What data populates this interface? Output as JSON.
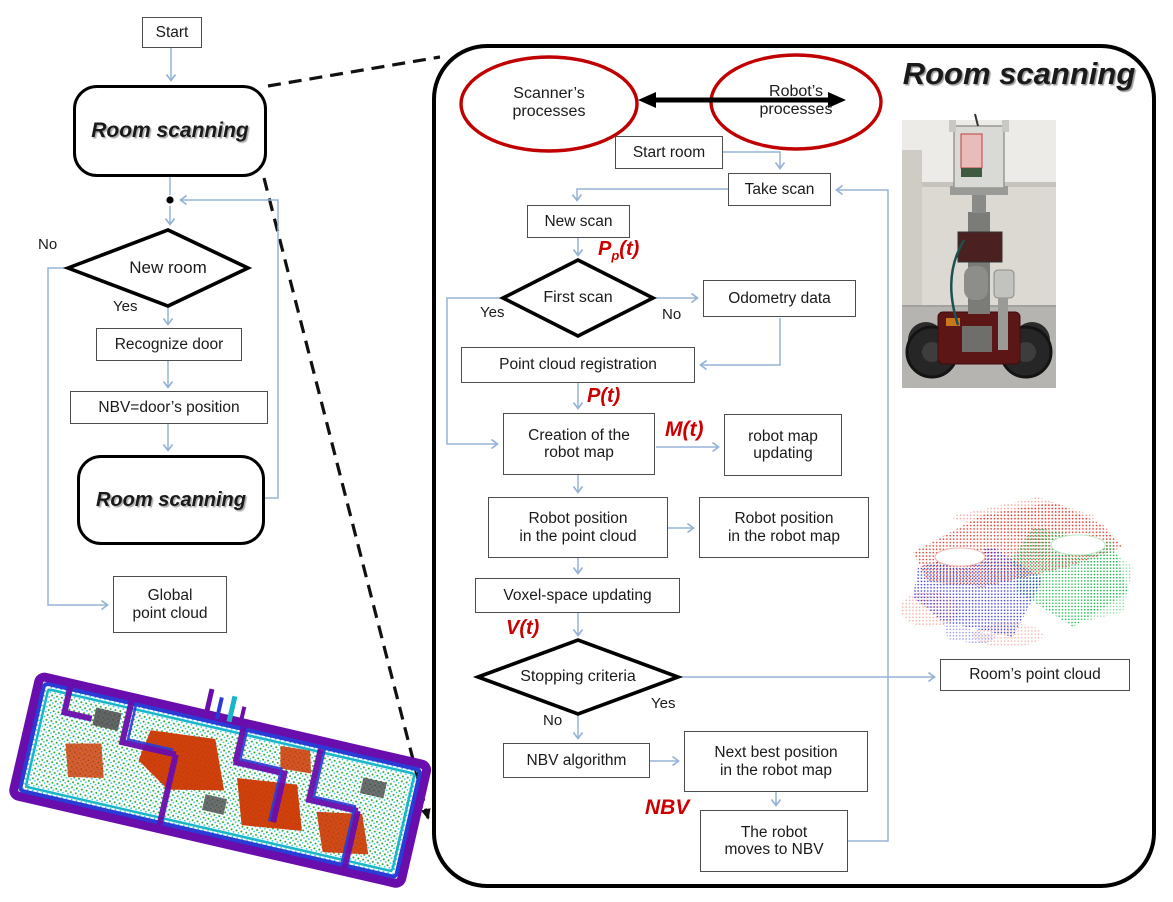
{
  "colors": {
    "connector_blue": "#95b3d7",
    "shape_border_black": "#000000",
    "box_border_gray": "#4d4d4d",
    "ellipse_red": "#c00000",
    "label_red": "#cc0000"
  },
  "left_flowchart": {
    "start": "Start",
    "room_scanning_1": "Room scanning",
    "new_room": "New room",
    "no": "No",
    "yes": "Yes",
    "recognize_door": "Recognize door",
    "nbv_door": "NBV=door’s position",
    "room_scanning_2": "Room scanning",
    "global_pc_line1": "Global",
    "global_pc_line2": "point cloud"
  },
  "panel": {
    "title": "Room scanning",
    "scanner_ellipse_line1": "Scanner’s",
    "scanner_ellipse_line2": "processes",
    "robot_ellipse_line1": "Robot’s",
    "robot_ellipse_line2": "processes",
    "start_room": "Start room",
    "take_scan": "Take scan",
    "new_scan": "New scan",
    "pp_main": "P",
    "pp_sub": "p",
    "pp_rest": "(t)",
    "first_scan": "First scan",
    "first_yes": "Yes",
    "first_no": "No",
    "odometry": "Odometry data",
    "pcr": "Point cloud registration",
    "pt_label": "P(t)",
    "creation_line1": "Creation of the",
    "creation_line2": "robot map",
    "mt_label": "M(t)",
    "map_updating_line1": "robot map",
    "map_updating_line2": "updating",
    "pos_pc_line1": "Robot position",
    "pos_pc_line2": "in the point cloud",
    "pos_map_line1": "Robot position",
    "pos_map_line2": "in the robot map",
    "voxel": "Voxel-space updating",
    "vt_label": "V(t)",
    "stopping": "Stopping criteria",
    "stop_yes": "Yes",
    "stop_no": "No",
    "rooms_pc": "Room’s point cloud",
    "nbv_algo": "NBV algorithm",
    "next_best_line1": "Next best position",
    "next_best_line2": "in the robot map",
    "nbv_label": "NBV",
    "robot_moves_line1": "The robot",
    "robot_moves_line2": "moves to NBV"
  }
}
